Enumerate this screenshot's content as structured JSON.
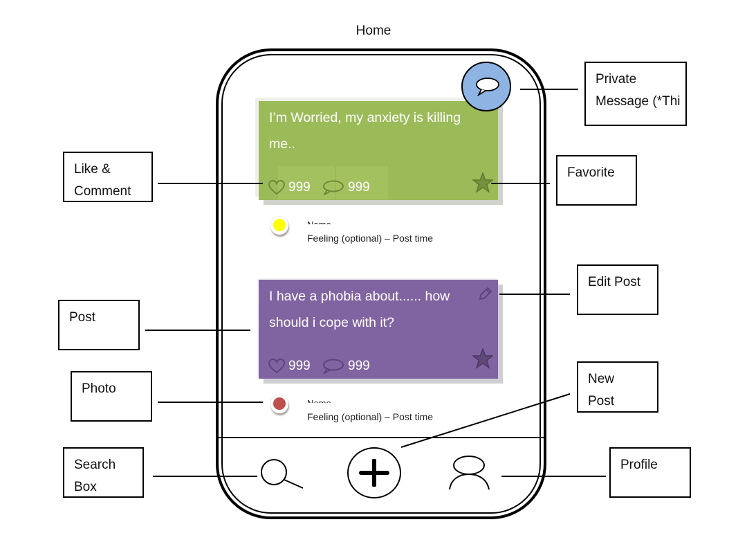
{
  "title": "Home",
  "posts": [
    {
      "text": "I’m Worried, my anxiety is killing me..",
      "likes": "999",
      "comments": "999",
      "author_name": "Name",
      "author_meta": "Feeling (optional) – Post time",
      "card_color": "#9bbb59",
      "avatar_color": "#ffff00"
    },
    {
      "text": "I have a phobia about...... how should i cope with it?",
      "likes": "999",
      "comments": "999",
      "author_name": "Name",
      "author_meta": "Feeling (optional) – Post time",
      "card_color": "#8064a2",
      "avatar_color": "#c0504d"
    }
  ],
  "icons": {
    "private_message": "chat-bubble-icon",
    "like": "heart-icon",
    "comment": "speech-bubble-icon",
    "favorite": "star-icon",
    "edit": "pencil-icon",
    "search": "magnifier-icon",
    "new_post": "plus-icon",
    "profile": "user-icon"
  },
  "annotations": {
    "private_message": "Private Message (*Thi",
    "favorite": "Favorite",
    "like_comment": "Like & Comment",
    "edit_post": "Edit Post",
    "post": "Post",
    "photo": "Photo",
    "new_post": "New Post",
    "search_box": "Search Box",
    "profile": "Profile"
  },
  "colors": {
    "message_fab": "#8eb4e3"
  }
}
